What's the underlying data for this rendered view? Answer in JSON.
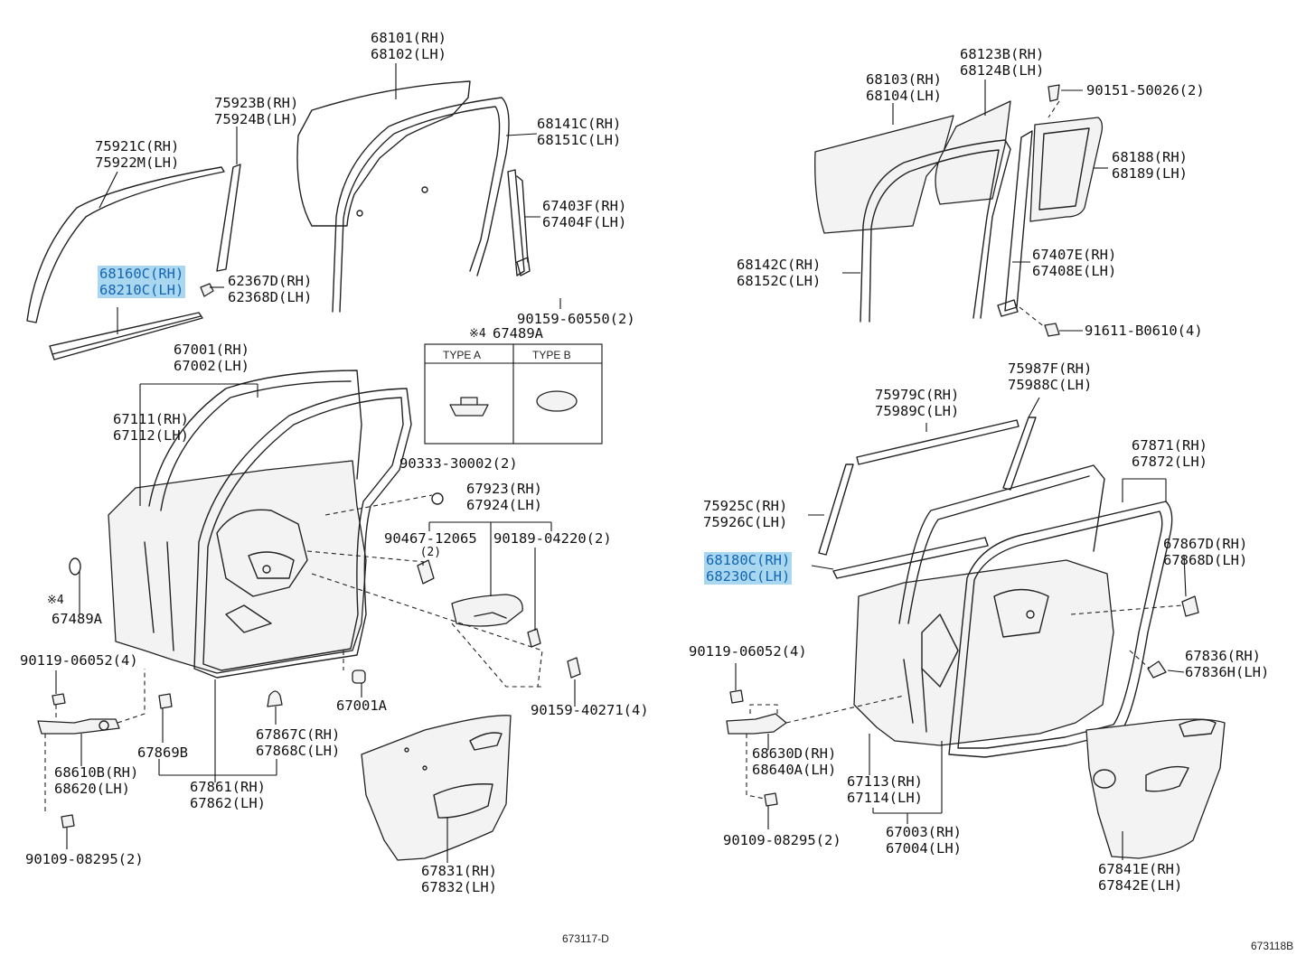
{
  "diagrams": [
    {
      "code": "673117-D",
      "labels": [
        {
          "lines": [
            "68101(RH)",
            "68102(LH)"
          ]
        },
        {
          "lines": [
            "75923B(RH)",
            "75924B(LH)"
          ]
        },
        {
          "lines": [
            "68141C(RH)",
            "68151C(LH)"
          ]
        },
        {
          "lines": [
            "75921C(RH)",
            "75922M(LH)"
          ]
        },
        {
          "lines": [
            "67403F(RH)",
            "67404F(LH)"
          ]
        },
        {
          "lines": [
            "68160C(RH)",
            "68210C(LH)"
          ],
          "highlight": true
        },
        {
          "lines": [
            "62367D(RH)",
            "62368D(LH)"
          ]
        },
        {
          "lines": [
            "90159-60550(2)"
          ]
        },
        {
          "lines": [
            "67001(RH)",
            "67002(LH)"
          ]
        },
        {
          "lines": [
            "67111(RH)",
            "67112(LH)"
          ]
        },
        {
          "lines": [
            "90333-30002(2)"
          ]
        },
        {
          "lines": [
            "67923(RH)",
            "67924(LH)"
          ]
        },
        {
          "lines": [
            "90467-12065"
          ],
          "sub": "(2)"
        },
        {
          "lines": [
            "90189-04220(2)"
          ]
        },
        {
          "lines": [
            "67489A"
          ],
          "marker": "※4"
        },
        {
          "lines": [
            "90119-06052(4)"
          ]
        },
        {
          "lines": [
            "67001A"
          ]
        },
        {
          "lines": [
            "90159-40271(4)"
          ]
        },
        {
          "lines": [
            "67869B"
          ]
        },
        {
          "lines": [
            "67867C(RH)",
            "67868C(LH)"
          ]
        },
        {
          "lines": [
            "68610B(RH)",
            "68620(LH)"
          ]
        },
        {
          "lines": [
            "67861(RH)",
            "67862(LH)"
          ]
        },
        {
          "lines": [
            "90109-08295(2)"
          ]
        },
        {
          "lines": [
            "67831(RH)",
            "67832(LH)"
          ]
        }
      ],
      "callout": {
        "marker": "※4",
        "part": "67489A",
        "types": [
          "TYPE A",
          "TYPE B"
        ]
      }
    },
    {
      "code": "673118B",
      "labels": [
        {
          "lines": [
            "68123B(RH)",
            "68124B(LH)"
          ]
        },
        {
          "lines": [
            "68103(RH)",
            "68104(LH)"
          ]
        },
        {
          "lines": [
            "90151-50026(2)"
          ]
        },
        {
          "lines": [
            "68188(RH)",
            "68189(LH)"
          ]
        },
        {
          "lines": [
            "67407E(RH)",
            "67408E(LH)"
          ]
        },
        {
          "lines": [
            "68142C(RH)",
            "68152C(LH)"
          ]
        },
        {
          "lines": [
            "91611-B0610(4)"
          ]
        },
        {
          "lines": [
            "75987F(RH)",
            "75988C(LH)"
          ]
        },
        {
          "lines": [
            "75979C(RH)",
            "75989C(LH)"
          ]
        },
        {
          "lines": [
            "67871(RH)",
            "67872(LH)"
          ]
        },
        {
          "lines": [
            "75925C(RH)",
            "75926C(LH)"
          ]
        },
        {
          "lines": [
            "67867D(RH)",
            "67868D(LH)"
          ]
        },
        {
          "lines": [
            "68180C(RH)",
            "68230C(LH)"
          ],
          "highlight": true
        },
        {
          "lines": [
            "90119-06052(4)"
          ]
        },
        {
          "lines": [
            "67836(RH)",
            "67836H(LH)"
          ]
        },
        {
          "lines": [
            "68630D(RH)",
            "68640A(LH)"
          ]
        },
        {
          "lines": [
            "67113(RH)",
            "67114(LH)"
          ]
        },
        {
          "lines": [
            "67003(RH)",
            "67004(LH)"
          ]
        },
        {
          "lines": [
            "90109-08295(2)"
          ]
        },
        {
          "lines": [
            "67841E(RH)",
            "67842E(LH)"
          ]
        }
      ]
    }
  ],
  "colors": {
    "highlight_bg": "#a9d7ef",
    "highlight_text": "#1565b0",
    "line": "#222222"
  }
}
